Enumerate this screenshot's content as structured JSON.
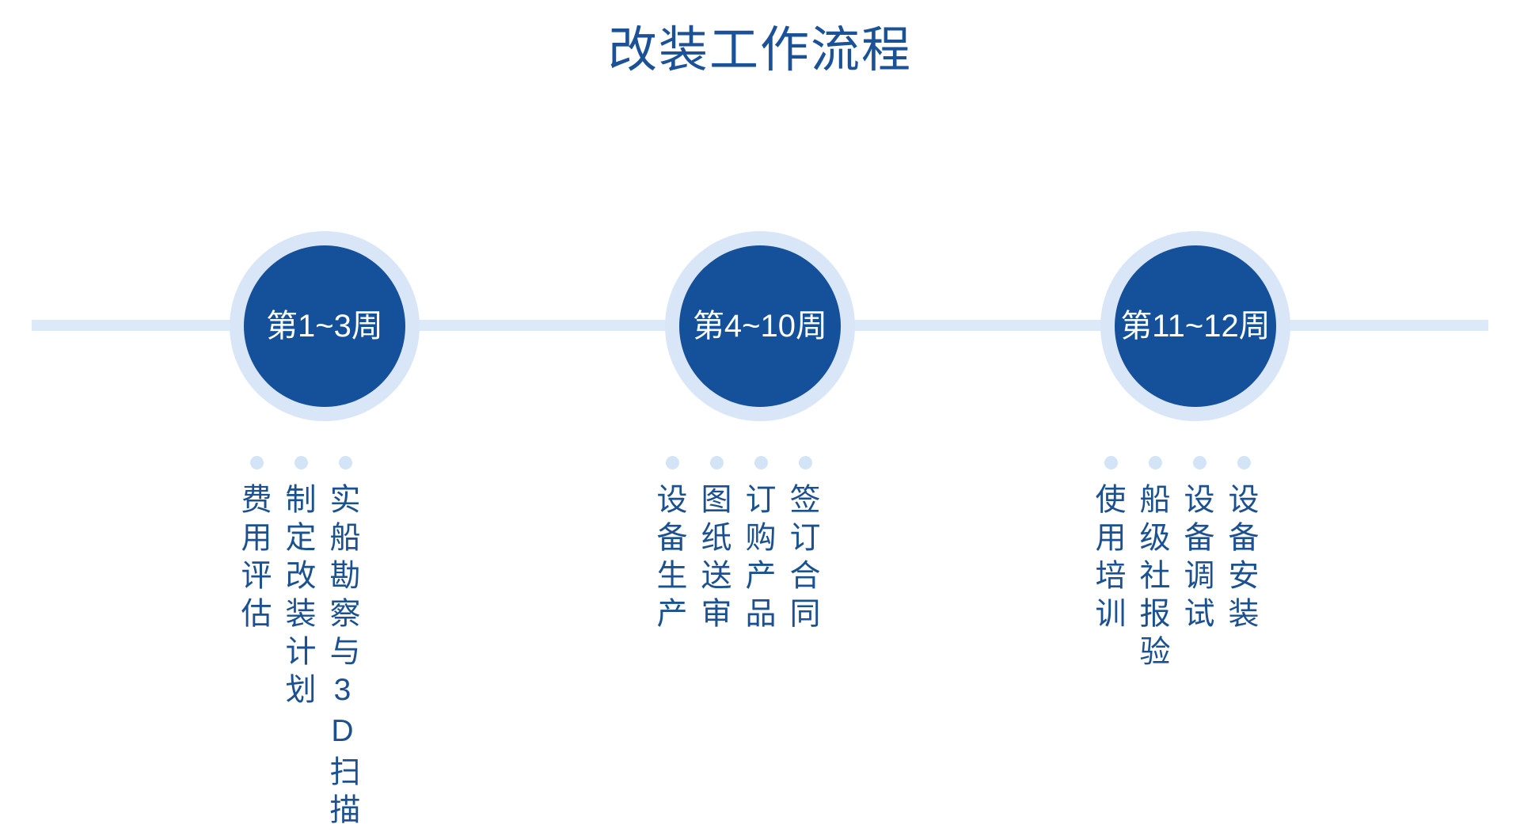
{
  "title": "改装工作流程",
  "colors": {
    "brand_dark_blue": "#15509B",
    "brand_text_blue": "#1B5196",
    "light_blue_ring": "#D8E6F7",
    "axis_line": "#DCE9F8",
    "dot": "#D3E4F7",
    "background": "#FFFFFF"
  },
  "timeline": {
    "axis_label": "timeline-axis",
    "phases": [
      {
        "id": "phase-1",
        "period_label": "第1~3周",
        "dot_count": 3,
        "tasks": [
          "实船勘察与3D扫描",
          "制定改装计划",
          "费用评估"
        ]
      },
      {
        "id": "phase-2",
        "period_label": "第4~10周",
        "dot_count": 4,
        "tasks": [
          "签订合同",
          "订购产品",
          "图纸送审",
          "设备生产"
        ]
      },
      {
        "id": "phase-3",
        "period_label": "第11~12周",
        "dot_count": 4,
        "tasks": [
          "设备安装",
          "设备调试",
          "船级社报验",
          "使用培训"
        ]
      }
    ]
  }
}
